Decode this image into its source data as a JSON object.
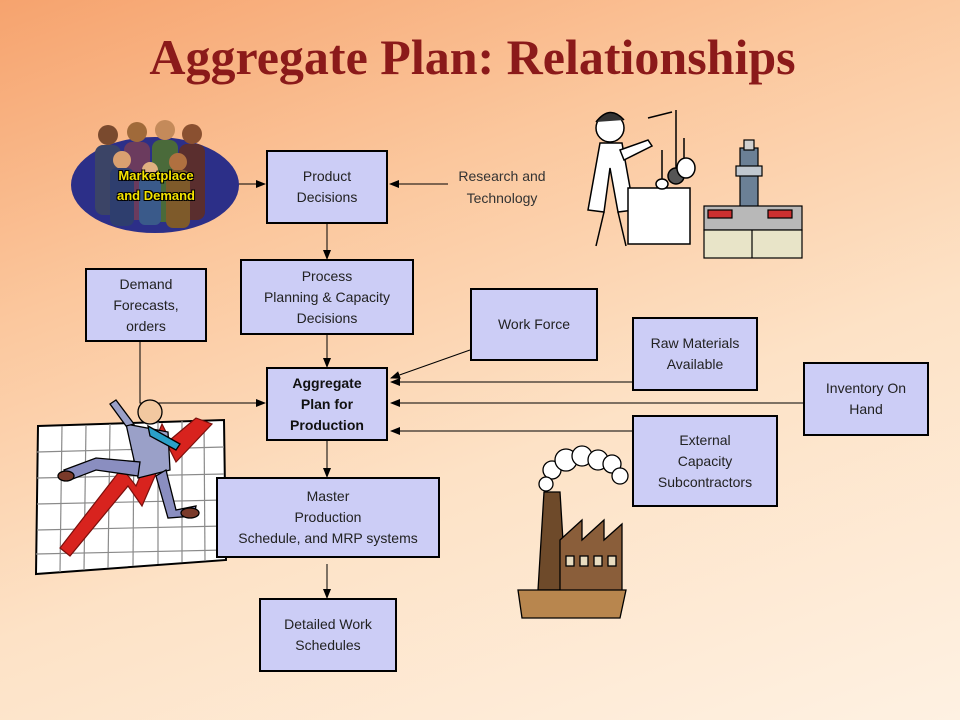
{
  "title": "Aggregate Plan: Relationships",
  "marketplace_label": "Marketplace\nand Demand",
  "research_label": "Research and\nTechnology",
  "boxes": {
    "product_decisions": "Product\nDecisions",
    "process_planning": "Process\nPlanning & Capacity\nDecisions",
    "demand_forecasts": "Demand\nForecasts,\norders",
    "work_force": "Work Force",
    "raw_materials": "Raw Materials\nAvailable",
    "inventory_on_hand": "Inventory On\nHand",
    "aggregate_plan": "Aggregate\nPlan for\nProduction",
    "external_capacity": "External\nCapacity\nSubcontractors",
    "master_production": "Master\nProduction\nSchedule, and MRP systems",
    "detailed_work": "Detailed Work\nSchedules"
  },
  "colors": {
    "title": "#8b1a1a",
    "box_fill": "#cccdf6",
    "marketplace_text": "#f5e400"
  },
  "icons": [
    "crowd-clipart",
    "scientist-clipart",
    "lab-machine-clipart",
    "falling-chart-man-clipart",
    "factory-clipart"
  ]
}
